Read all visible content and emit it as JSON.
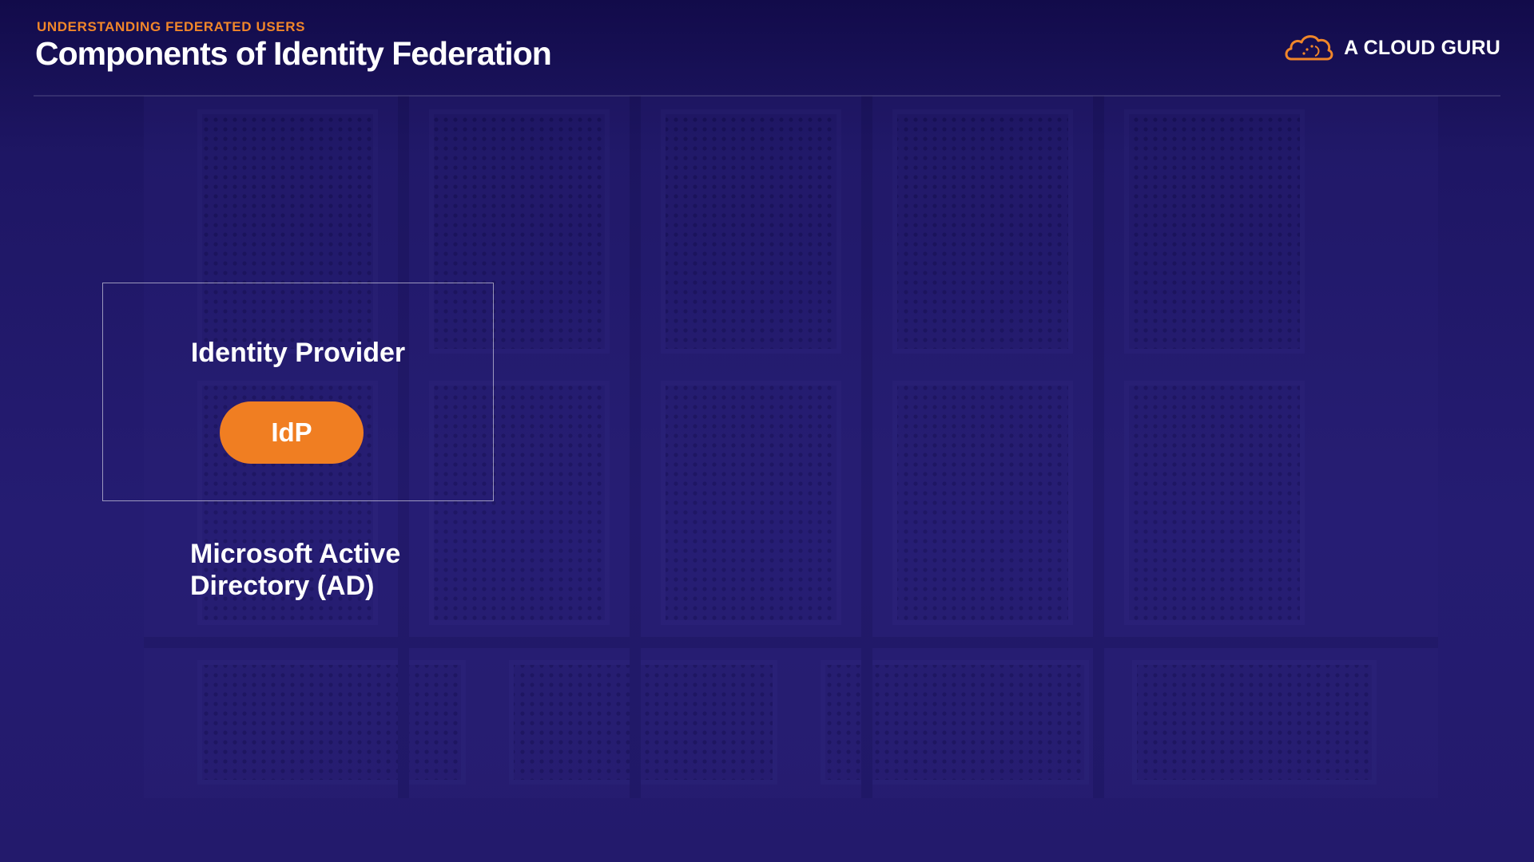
{
  "header": {
    "kicker": "UNDERSTANDING FEDERATED USERS",
    "title": "Components of Identity Federation"
  },
  "brand": {
    "name": "A CLOUD GURU",
    "logo_icon": "cloud-logo-icon",
    "accent": "#f0862a"
  },
  "diagram": {
    "box_title": "Identity Provider",
    "pill_label": "IdP",
    "pill_color": "#f07e22",
    "example_line1": "Microsoft Active",
    "example_line2": "Directory (AD)"
  },
  "colors": {
    "background": "#221a66",
    "text": "#ffffff"
  }
}
